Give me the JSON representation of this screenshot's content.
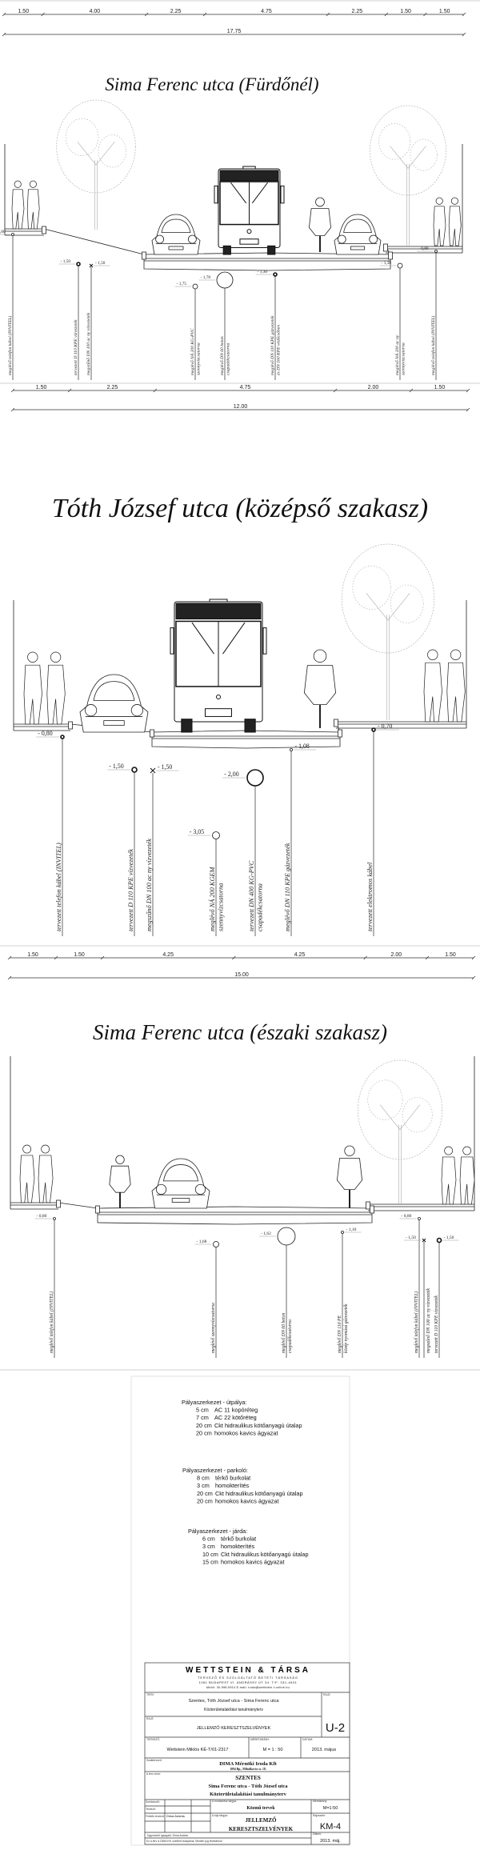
{
  "top_dimensions": {
    "segments": [
      "1.50",
      "4.00",
      "2.25",
      "4.75",
      "2.25",
      "1.50",
      "1.50"
    ],
    "segment_values": [
      1.5,
      4.0,
      2.25,
      4.75,
      2.25,
      1.5,
      1.5
    ],
    "total": "17.75"
  },
  "sections": [
    {
      "title": "Sima Ferenc utca (Fürdőnél)",
      "utilities": [
        {
          "depth": "- 0,80",
          "desc": [
            "meglévő telefon kábel (INVITEL)"
          ]
        },
        {
          "depth": "- 1,50",
          "desc": [
            "tervezett D 110 KPE vízvezeték"
          ]
        },
        {
          "depth": "- 1,50",
          "desc": [
            "megszűnő DN 100 ac ny vízvezeték"
          ]
        },
        {
          "depth": "- 1,75",
          "desc": [
            "meglévő NÁ 200 KG-PVC",
            "szennyvízcsatorna"
          ]
        },
        {
          "depth": "- 1,78",
          "desc": [
            "meglévő DN 60 beton",
            "csapadékcsatorna"
          ]
        },
        {
          "depth": "- 1,30",
          "desc": [
            "meglévő DN 110 KPE gázvezeték",
            "és DN 160 KPE védőcsőben"
          ]
        },
        {
          "depth": "- 1,38",
          "desc": [
            "meglévő NÁ 200 ac ny",
            "szennyvízcsatorna"
          ]
        },
        {
          "depth": "- 0,80",
          "desc": [
            "meglévő telefon kábel (INVITEL)"
          ]
        }
      ],
      "dimensions": {
        "segments": [
          "1.50",
          "2.25",
          "4.75",
          "2.00",
          "1.50"
        ],
        "segment_values": [
          1.5,
          2.25,
          4.75,
          2.0,
          1.5
        ],
        "total": "12.00"
      }
    },
    {
      "title": "Tóth József utca (középső szakasz)",
      "utilities": [
        {
          "depth": "- 0,80",
          "desc": [
            "tervezett telefon kábel (INVITEL)"
          ]
        },
        {
          "depth": "- 1,50",
          "desc": [
            "tervezett D 110 KPE vízvezeték"
          ]
        },
        {
          "depth": "- 1,50",
          "desc": [
            "megszűnő DN 100 ac ny vízvezeték"
          ]
        },
        {
          "depth": "- 3,05",
          "desc": [
            "meglévő NÁ 200 KGEM",
            "szennyvízcsatorna"
          ]
        },
        {
          "depth": "- 2,00",
          "desc": [
            "tervezett DN 400 KG-PVC",
            "csapadékcsatorna"
          ]
        },
        {
          "depth": "- 1,08",
          "desc": [
            "meglévő DN 110 KPE gázvezeték"
          ]
        },
        {
          "depth": "- 0,70",
          "desc": [
            "tervezett elektromos kábel"
          ]
        }
      ],
      "dimensions": {
        "segments": [
          "1.50",
          "1.50",
          "4.25",
          "4.25",
          "2.00",
          "1.50"
        ],
        "segment_values": [
          1.5,
          1.5,
          4.25,
          4.25,
          2.0,
          1.5
        ],
        "total": "15.00"
      }
    },
    {
      "title": "Sima Ferenc utca (északi szakasz)",
      "utilities": [
        {
          "depth": "- 0,80",
          "desc": [
            "meglévő telefon kábel (INVITEL)"
          ]
        },
        {
          "depth": "- 1,68",
          "desc": [
            "meglévő szennyvízcsatorna"
          ]
        },
        {
          "depth": "- 1,62",
          "desc": [
            "meglévő DN 60 beton",
            "csapadékcsatorna"
          ]
        },
        {
          "depth": "- 1,10",
          "desc": [
            "meglévő DN 110 PE",
            "közép nyomású gázvezeték"
          ]
        },
        {
          "depth": "- 0,80",
          "desc": [
            "meglévő telefon kábel (INVITEL)"
          ]
        },
        {
          "depth": "- 1,50",
          "desc": [
            "megszűnő DN 100 ac ny vízvezeték"
          ]
        },
        {
          "depth": "- 1,50",
          "desc": [
            "tervezett D 110 KPE vízvezeték"
          ]
        }
      ]
    }
  ],
  "pavement_notes": [
    {
      "heading": "Pályaszerkezet - útpálya:",
      "layers": [
        [
          "5 cm",
          "AC 11 kopóréteg"
        ],
        [
          "7 cm",
          "AC 22 kötőréteg"
        ],
        [
          "20 cm",
          "Ckt hidraulikus kötőanyagú útalap"
        ],
        [
          "20 cm",
          "homokos kavics ágyazat"
        ]
      ]
    },
    {
      "heading": "Pályaszerkezet - parkoló:",
      "layers": [
        [
          "8 cm",
          "térkő burkolat"
        ],
        [
          "3 cm",
          "homokterítés"
        ],
        [
          "20 cm",
          "Ckt hidraulikus kötőanyagú útalap"
        ],
        [
          "20 cm",
          "homokos kavics ágyazat"
        ]
      ]
    },
    {
      "heading": "Pályaszerkezet - járda:",
      "layers": [
        [
          "6 cm",
          "térkő burkolat"
        ],
        [
          "3 cm",
          "homokterítés"
        ],
        [
          "10 cm",
          "Ckt hidraulikus kötőanyagú útalap"
        ],
        [
          "15 cm",
          "homokos kavics ágyazat"
        ]
      ]
    }
  ],
  "title_block": {
    "company": "WETTSTEIN & TÁRSA",
    "company_lines": [
      "TERVEZŐ ÉS SZOLGÁLTATÓ BETÉTI TÁRSASÁG",
      "1061 BUDAPEST VI. ANDRÁSSY ÚT 34. T/F: 331-4631",
      "Mobil: 30-996-5914  E-mail: iroda@wettstein.t-online.hu"
    ],
    "terv_label": "TERV:",
    "terv_lines": [
      "Szentes, Tóth József utca - Sima Ferenc utca",
      "Közterületalakítási tanulmányterv"
    ],
    "rajz_label": "RAJZ:",
    "rajz": "JELLEMZŐ KERESZTSZELVÉNYEK",
    "rajzszam_label": "RAJZ:",
    "rajzszam": "U-2",
    "tervezo_label": "TERVEZŐ:",
    "tervezo": "Wettstein Miklós  KÉ-T/01-2317",
    "meretarany_label": "MÉRETARÁNY:",
    "meretarany": "M = 1 : 50",
    "datum_label": "DÁTUM:",
    "datum": "2013. május",
    "szaktervezo_label": "Szaktervező:",
    "dima_name": "DIMA Mérnöki Iroda Kft",
    "dima_address": "1094 Bp., Mihálkovics u. 18.",
    "cim_label": "A terv címe:",
    "cim_lines": [
      "SZENTES",
      "Sima Ferenc utca - Tóth József utca",
      "Közterületalakítási tanulmányterv"
    ],
    "roles": [
      "Szerkesztő:",
      "Tervező:",
      "Felelős tervező:"
    ],
    "felelos_tervezo": "Dima András",
    "munkaresz_label": "A munkarész tárgya:",
    "munkaresz": "Közmű tervek",
    "meretarany2_label": "Méretarány:",
    "meretarany2": "M=1:50",
    "rajz_targya_label": "A rajz tárgya:",
    "rajz_targya_lines": [
      "JELLEMZŐ",
      "KERESZTSZELVÉNYEK"
    ],
    "rajzszam2_label": "Rajzszám:",
    "rajzszam2": "KM-4",
    "ugyvezeto": "Ügyvezető igazgató: Dima András",
    "copyright": "Ez a terv a DIMA Kft. szellemi tulajdona. Minden jog fenntartva!",
    "datum2_label": "Dátum:",
    "datum2": "2013. máj."
  }
}
